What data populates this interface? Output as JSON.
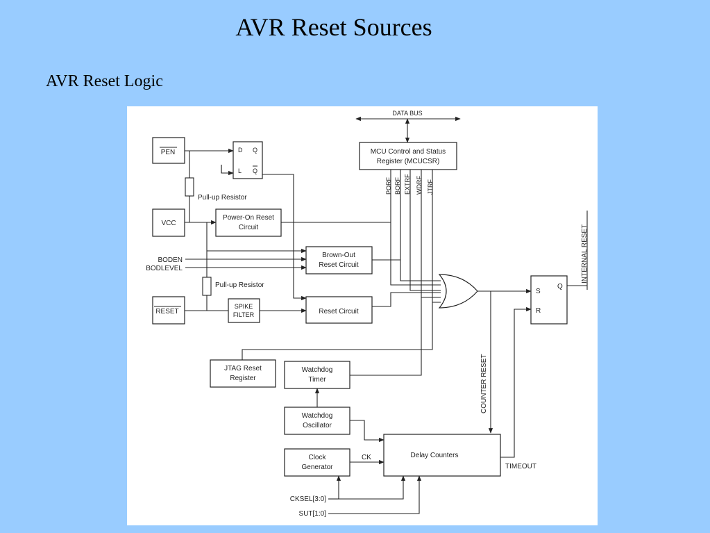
{
  "slide": {
    "title": "AVR Reset Sources",
    "subtitle": "AVR Reset Logic"
  },
  "diagram": {
    "data_bus": "DATA BUS",
    "mcucsr": {
      "line1": "MCU Control and Status",
      "line2": "Register (MCUCSR)"
    },
    "flags": [
      "PORF",
      "BORF",
      "EXTRF",
      "WDRF",
      "JTRF"
    ],
    "pen": "PEN",
    "latch": {
      "d": "D",
      "q": "Q",
      "l": "L",
      "qbar": "Q"
    },
    "pullup1": "Pull-up Resistor",
    "pullup2": "Pull-up Resistor",
    "vcc": "VCC",
    "por": {
      "line1": "Power-On Reset",
      "line2": "Circuit"
    },
    "boden": "BODEN",
    "bodlevel": "BODLEVEL",
    "bor": {
      "line1": "Brown-Out",
      "line2": "Reset Circuit"
    },
    "reset_pin": "RESET",
    "spike": {
      "line1": "SPIKE",
      "line2": "FILTER"
    },
    "reset_circuit": "Reset Circuit",
    "internal_reset": "INTERNAL  RESET",
    "sr": {
      "s": "S",
      "r": "R",
      "q": "Q"
    },
    "counter_reset": "COUNTER RESET",
    "jtag": {
      "line1": "JTAG Reset",
      "line2": "Register"
    },
    "wdt": {
      "line1": "Watchdog",
      "line2": "Timer"
    },
    "wdo": {
      "line1": "Watchdog",
      "line2": "Oscillator"
    },
    "clock": {
      "line1": "Clock",
      "line2": "Generator"
    },
    "ck": "CK",
    "delay": "Delay Counters",
    "timeout": "TIMEOUT",
    "cksel": "CKSEL[3:0]",
    "sut": "SUT[1:0]"
  }
}
